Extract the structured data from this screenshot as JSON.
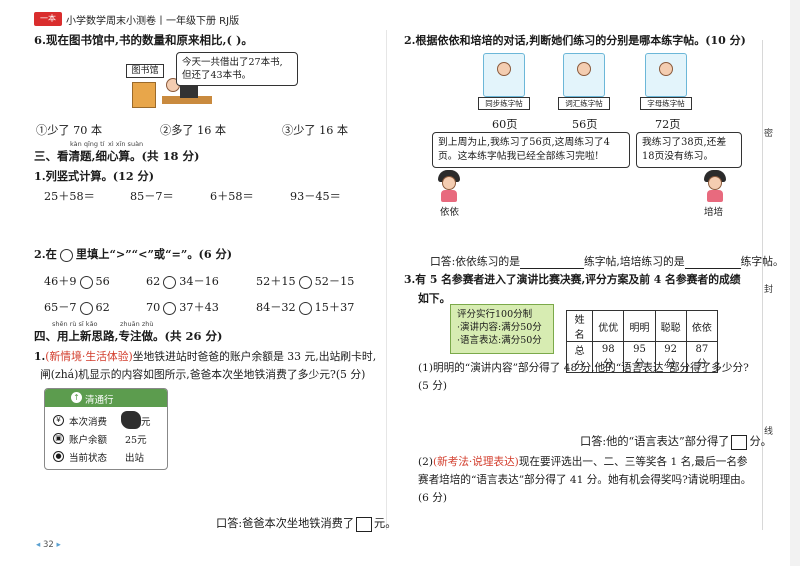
{
  "header": {
    "logo": "一本",
    "series": "小学数学周末小测卷丨一年级下册 RJ版"
  },
  "q6": {
    "title": "6.现在图书馆中,书的数量和原来相比,(    )。",
    "library_sign": "图书馆",
    "speech": "今天一共借出了27本书,但还了43本书。",
    "options": [
      "①少了 70 本",
      "②多了 16 本",
      "③少了 16 本"
    ]
  },
  "section3": {
    "pinyin": [
      "kàn qīng tí",
      "xì xīn suàn"
    ],
    "title": "三、看清题,细心算。(共 18 分)",
    "p1_title": "1.列竖式计算。(12 分)",
    "p1_items": [
      "25＋58＝",
      "85－7＝",
      "6＋58＝",
      "93－45＝"
    ],
    "p2_title_a": "2.在",
    "p2_title_b": "里填上“>”“<”或“=”。(6 分)",
    "compare_rows": [
      [
        [
          "46＋9",
          "56"
        ],
        [
          "62",
          "34－16"
        ],
        [
          "52＋15",
          "52－15"
        ]
      ],
      [
        [
          "65－7",
          "62"
        ],
        [
          "70",
          "37＋43"
        ],
        [
          "84－32",
          "15＋37"
        ]
      ]
    ]
  },
  "section4": {
    "pinyin": [
      "shēn rù sī kǎo",
      "zhuān zhù"
    ],
    "title": "四、用上新思路,专注做。(共 26 分)",
    "q1_tag": "(新情境·生活体验)",
    "q1_line1": "坐地铁进站时爸爸的账户余额是 33 元,出站刷卡时,",
    "q1_line2": "闸(zhá)机显示的内容如图所示,爸爸本次坐地铁消费了多少元?(5 分)",
    "card": {
      "title": "清通行",
      "rows": [
        {
          "icon": "¥",
          "label": "本次消费",
          "value": "元"
        },
        {
          "icon": "▣",
          "label": "账户余额",
          "value": "25元"
        },
        {
          "icon": "●",
          "label": "当前状态",
          "value": "出站"
        }
      ]
    },
    "q1_answer_a": "口答:爸爸本次坐地铁消费了",
    "q1_answer_b": "元。"
  },
  "q2": {
    "title": "2.根据依依和培培的对话,判断她们练习的分别是哪本练字帖。(10 分)",
    "books": [
      {
        "label": "同步练字帖",
        "pages": "60页"
      },
      {
        "label": "词汇练字帖",
        "pages": "56页"
      },
      {
        "label": "字母练字帖",
        "pages": "72页"
      }
    ],
    "yiyi_speech": "到上周为止,我练习了56页,这周练习了4页。这本练字帖我已经全部练习完啦!",
    "peipei_speech": "我练习了38页,还差18页没有练习。",
    "name_yiyi": "依依",
    "name_peipei": "培培",
    "answer_a": "口答:依依练习的是",
    "answer_b": "练字帖,培培练习的是",
    "answer_c": "练字帖。"
  },
  "q3": {
    "title_line1": "3.有 5 名参赛者进入了演讲比赛决赛,评分方案及前 4 名参赛者的成绩",
    "title_line2": "如下。",
    "scheme": [
      "评分实行100分制",
      "·演讲内容:满分50分",
      "·语言表达:满分50分"
    ],
    "table_header": [
      "姓名",
      "优优",
      "明明",
      "聪聪",
      "依依"
    ],
    "table_row": [
      "总分",
      "98 分",
      "95 分",
      "92 分",
      "87 分"
    ],
    "sub1_line1": "(1)明明的“演讲内容”部分得了 48 分,他的“语言表达”部分得了多少分?",
    "sub1_line2": "(5 分)",
    "sub1_answer_a": "口答:他的“语言表达”部分得了",
    "sub1_answer_b": "分。",
    "sub2_tag": "(新考法·说理表达)",
    "sub2_line1": "现在要评选出一、二、三等奖各 1 名,最后一名参",
    "sub2_line2": "赛者培培的“语言表达”部分得了 41 分。她有机会得奖吗?请说明理由。",
    "sub2_line3": "(6 分)"
  },
  "side": {
    "chars": [
      "密",
      "封",
      "线"
    ]
  },
  "footer": {
    "page": "32"
  },
  "colors": {
    "accent_red": "#d23b2a",
    "card_green": "#5c9c4e",
    "score_bg": "#d7ecb2",
    "book_blue": "#e3f4fb"
  }
}
